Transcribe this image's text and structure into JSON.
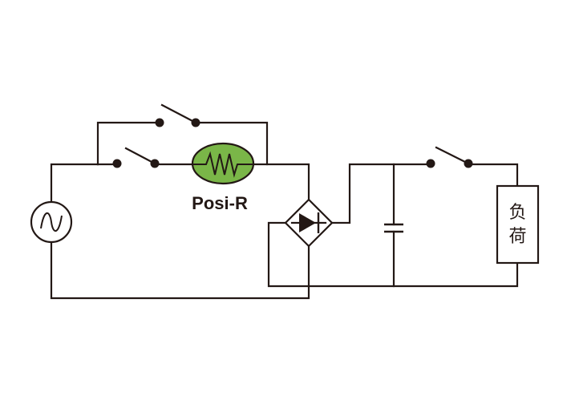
{
  "diagram": {
    "type": "circuit",
    "components": [
      {
        "id": "ac-source",
        "kind": "ac-voltage-source",
        "label": ""
      },
      {
        "id": "bypass-switch",
        "kind": "switch",
        "state": "open",
        "label": ""
      },
      {
        "id": "series-switch",
        "kind": "switch",
        "state": "open",
        "label": ""
      },
      {
        "id": "ptc-thermistor",
        "kind": "ptc-resistor",
        "label": "Posi-R"
      },
      {
        "id": "bridge-rectifier",
        "kind": "diode-bridge",
        "label": ""
      },
      {
        "id": "smoothing-capacitor",
        "kind": "capacitor",
        "label": ""
      },
      {
        "id": "load-switch",
        "kind": "switch",
        "state": "open",
        "label": ""
      },
      {
        "id": "load",
        "kind": "load",
        "label": "负荷"
      }
    ],
    "labels": {
      "ptc": "Posi-R",
      "load_line1": "负",
      "load_line2": "荷"
    },
    "colors": {
      "wire": "#231815",
      "ptc_fill": "#7ab648",
      "background": "#ffffff"
    }
  }
}
